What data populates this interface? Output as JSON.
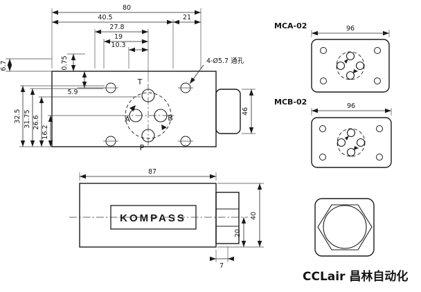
{
  "top_view": {
    "dim_80": "80",
    "dim_40_5": "40.5",
    "dim_21": "21",
    "dim_27_8": "27.8",
    "dim_19": "19",
    "dim_10_3": "10.3",
    "dim_6_7": "6.7",
    "dim_0_75": "0.75",
    "dim_5_9": "5.9",
    "dim_32_5": "32.5",
    "dim_31_75": "31.75",
    "dim_26_6": "26.6",
    "dim_16_2": "16.2",
    "dim_46": "46",
    "hole_note": "4-Ø5.7 通孔",
    "port_t": "T",
    "port_a": "A",
    "port_b": "B",
    "port_p": "P"
  },
  "front_view": {
    "brand": "KOMPASS",
    "dim_87": "87",
    "dim_40": "40",
    "dim_20": "20",
    "dim_7": "7"
  },
  "panel": {
    "mca_label": "MCA-02",
    "mca_dim": "96",
    "mcb_label": "MCB-02",
    "mcb_dim": "96"
  },
  "footer": {
    "brand": "CCLair 昌林自动化"
  },
  "colors": {
    "line": "#1a1a1a",
    "background": "#ffffff"
  }
}
